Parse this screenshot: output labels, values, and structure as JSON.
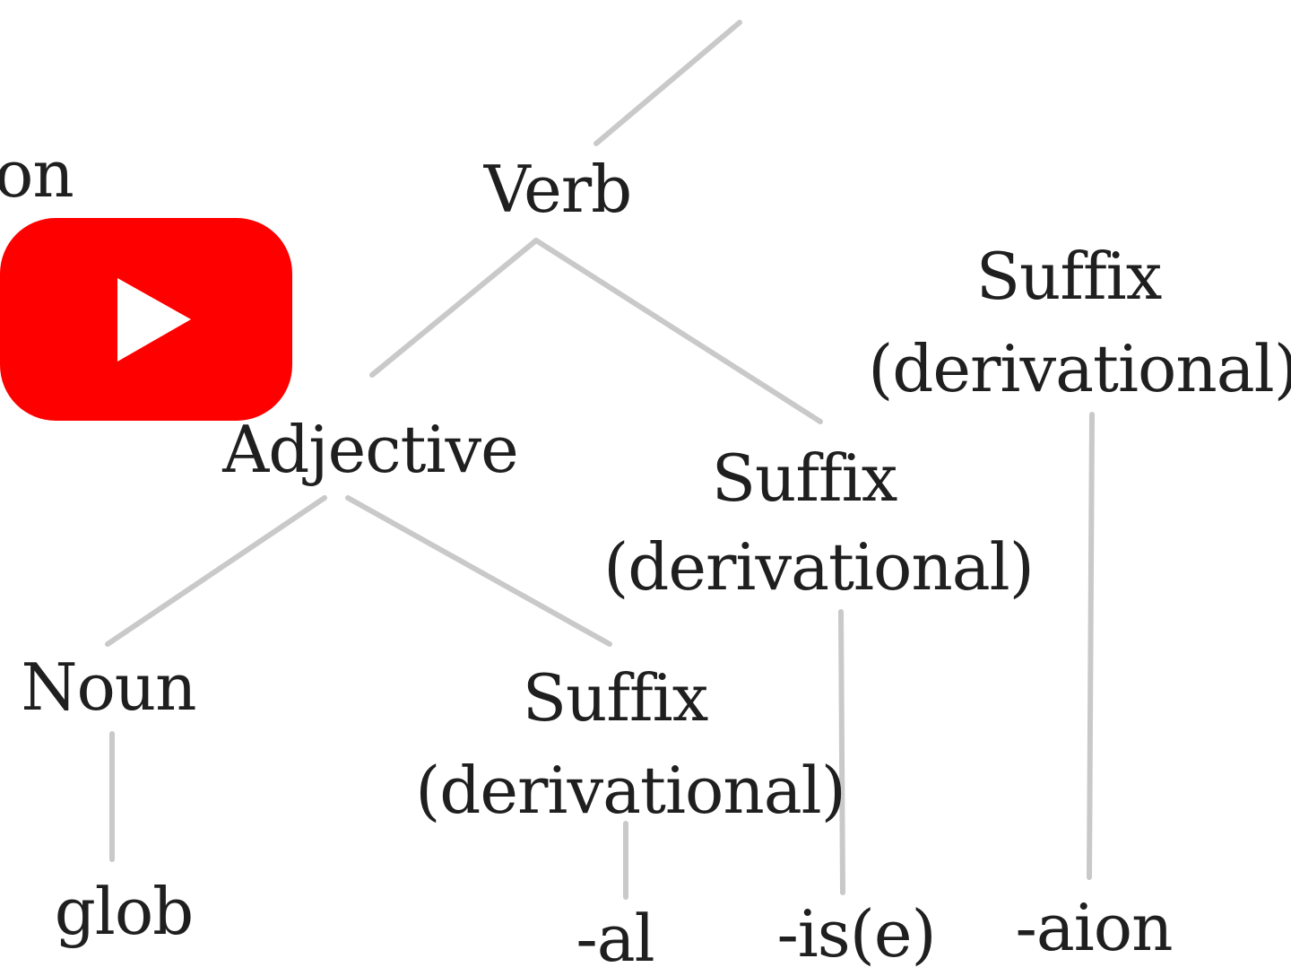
{
  "tree": {
    "cut_label": "on",
    "verb": "Verb",
    "adjective": "Adjective",
    "noun": "Noun",
    "suffix_a_1": "Suffix",
    "suffix_a_2": "(derivational)",
    "suffix_b_1": "Suffix",
    "suffix_b_2": "(derivational)",
    "suffix_c_1": "Suffix",
    "suffix_c_2": "(derivational)",
    "morph_glob": "glob",
    "morph_al": "-al",
    "morph_ise": "-is(e)",
    "morph_aion": "-aion"
  },
  "video": {
    "icon": "youtube-play-icon",
    "color": "#ff0000"
  }
}
